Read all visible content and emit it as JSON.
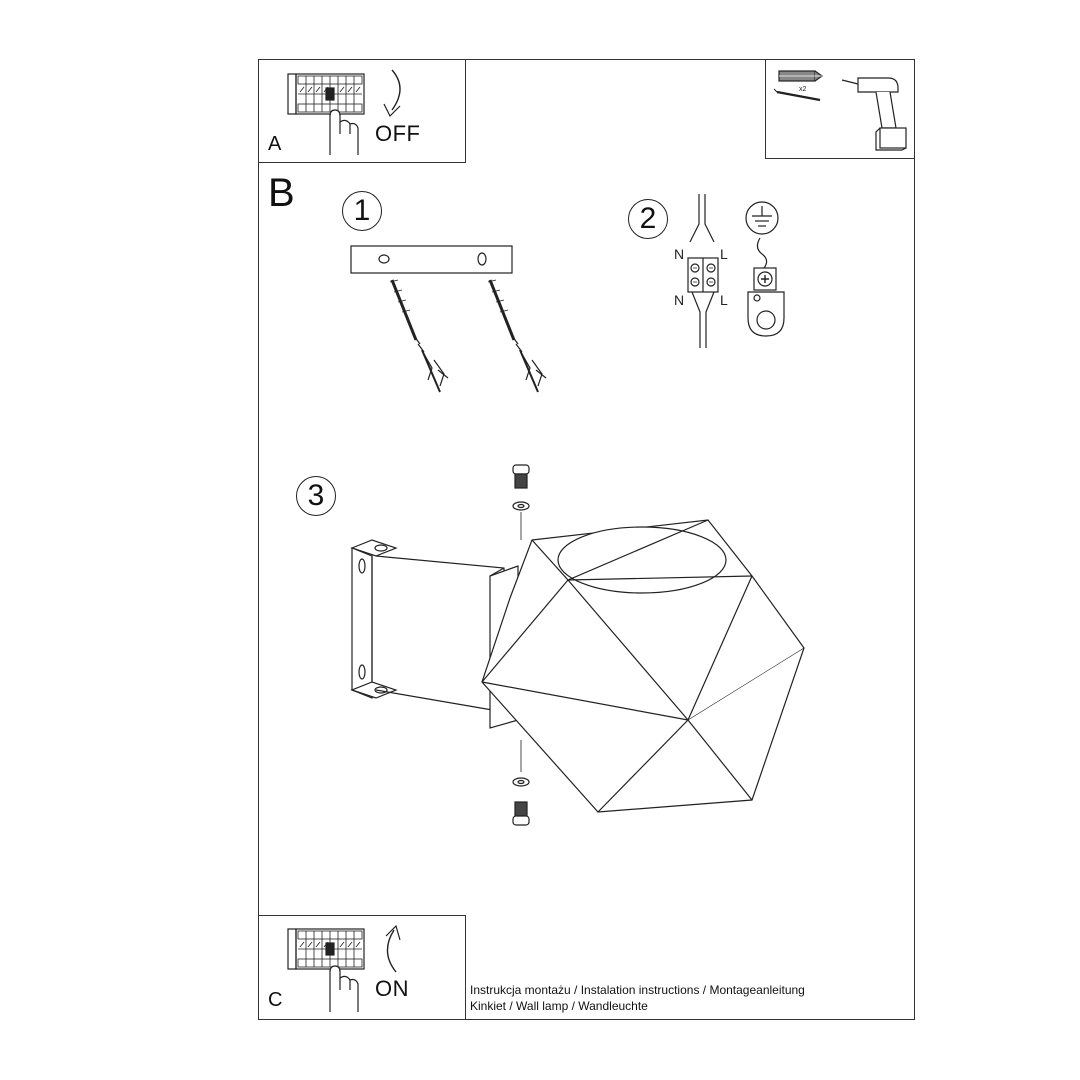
{
  "panels": {
    "a": {
      "letter": "A",
      "switch_label": "OFF"
    },
    "b": {
      "letter": "B"
    },
    "c": {
      "letter": "C",
      "switch_label": "ON"
    }
  },
  "steps": [
    "1",
    "2",
    "3"
  ],
  "tools": {
    "fixing_count": "x2"
  },
  "wiring": {
    "neutral": "N",
    "live": "L"
  },
  "footer": {
    "line1": "Instrukcja montażu / Instalation instructions / Montageanleitung",
    "line2": "Kinkiet  / Wall lamp / Wandleuchte"
  }
}
